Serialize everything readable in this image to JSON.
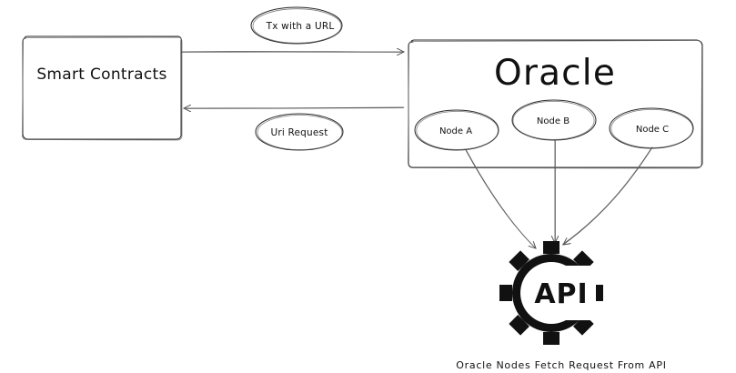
{
  "diagram": {
    "smart_contracts": "Smart Contracts",
    "oracle": "Oracle",
    "edge_tx": "Tx with a URL",
    "edge_uri": "Uri Request",
    "nodes": [
      "Node A",
      "Node B",
      "Node C"
    ],
    "api_label": "API",
    "caption": "Oracle Nodes Fetch Request From API"
  },
  "colors": {
    "background": "#ffffff",
    "stroke": "#2a2a2a",
    "text": "#111111"
  },
  "icons": {
    "api": "api-gear-icon"
  }
}
